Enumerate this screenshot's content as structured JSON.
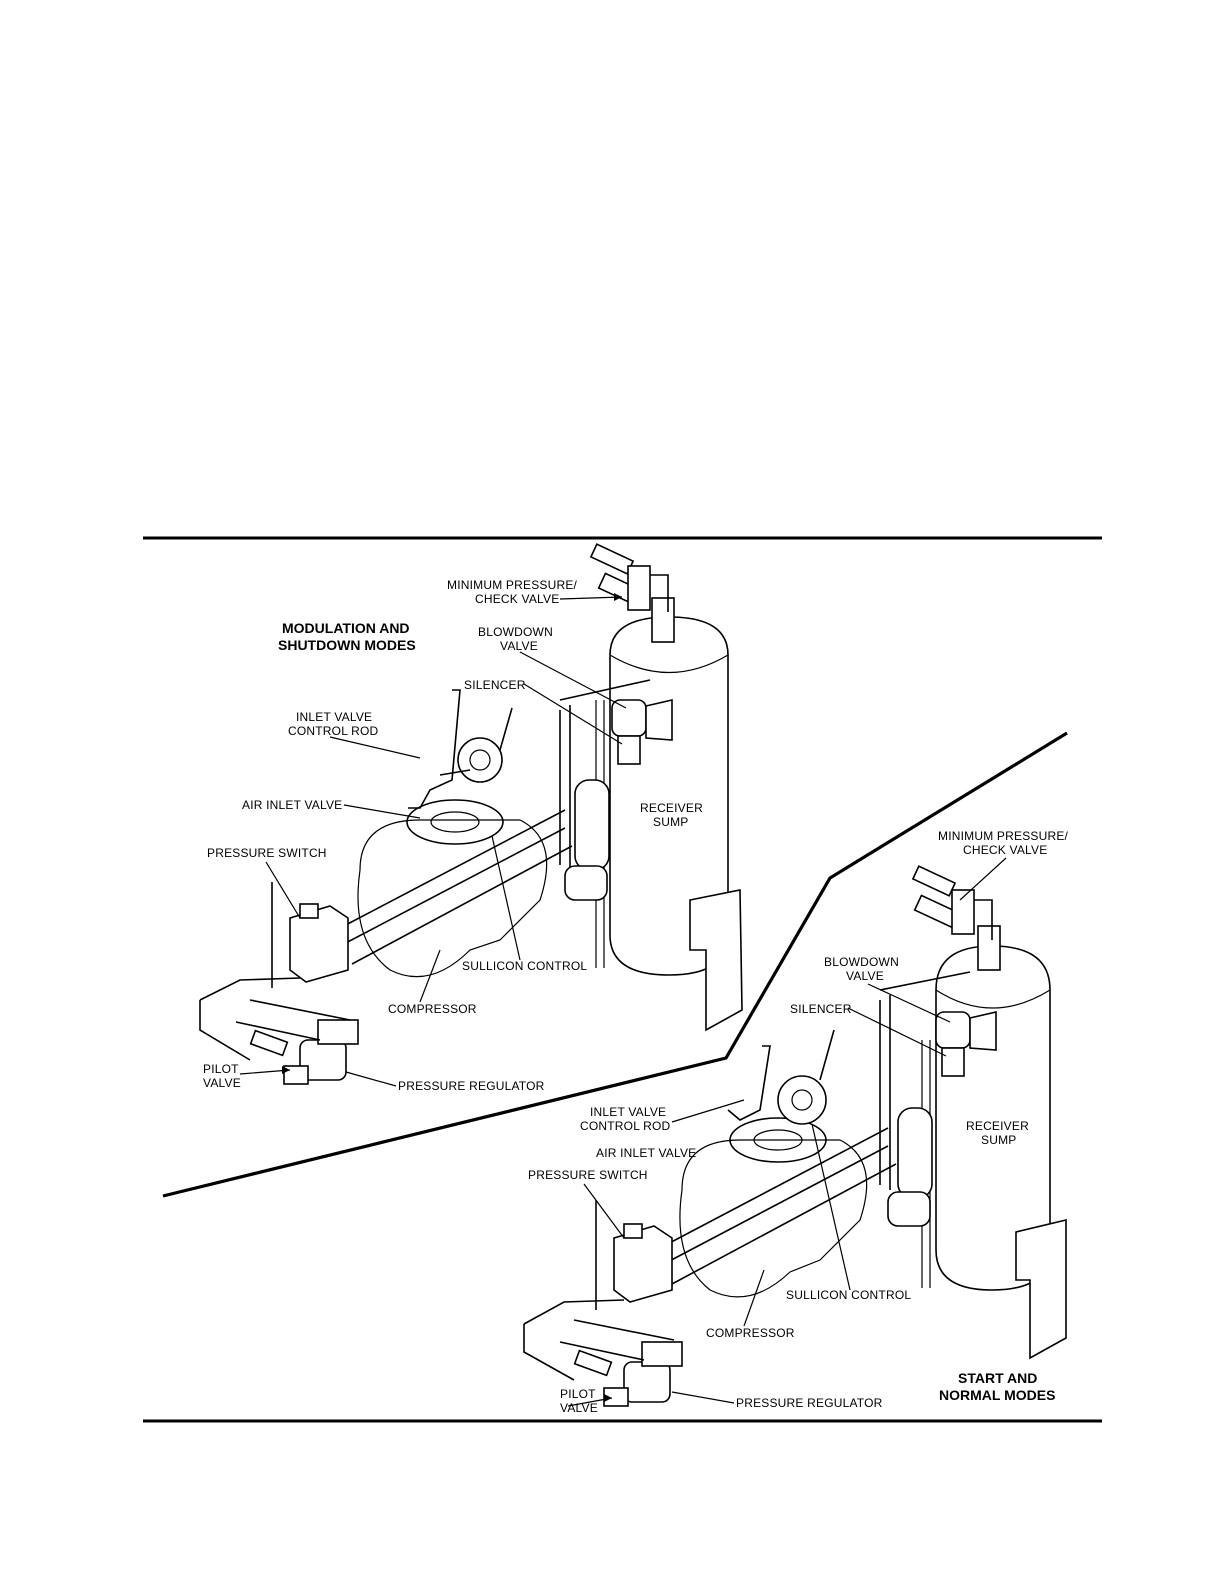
{
  "panel_top": {
    "title_line1": "MODULATION AND",
    "title_line2": "SHUTDOWN MODES",
    "labels": {
      "min_pressure_1": "MINIMUM PRESSURE/",
      "min_pressure_2": "CHECK VALVE",
      "blowdown_1": "BLOWDOWN",
      "blowdown_2": "VALVE",
      "silencer": "SILENCER",
      "inlet_rod_1": "INLET VALVE",
      "inlet_rod_2": "CONTROL ROD",
      "air_inlet": "AIR INLET VALVE",
      "receiver_1": "RECEIVER",
      "receiver_2": "SUMP",
      "pressure_switch": "PRESSURE SWITCH",
      "sullicon": "SULLICON CONTROL",
      "compressor": "COMPRESSOR",
      "pilot_1": "PILOT",
      "pilot_2": "VALVE",
      "regulator": "PRESSURE REGULATOR"
    }
  },
  "panel_bottom": {
    "title_line1": "START AND",
    "title_line2": "NORMAL MODES",
    "labels": {
      "min_pressure_1": "MINIMUM PRESSURE/",
      "min_pressure_2": "CHECK VALVE",
      "blowdown_1": "BLOWDOWN",
      "blowdown_2": "VALVE",
      "silencer": "SILENCER",
      "inlet_rod_1": "INLET VALVE",
      "inlet_rod_2": "CONTROL ROD",
      "air_inlet": "AIR INLET VALVE",
      "receiver_1": "RECEIVER",
      "receiver_2": "SUMP",
      "pressure_switch": "PRESSURE SWITCH",
      "sullicon": "SULLICON CONTROL",
      "compressor": "COMPRESSOR",
      "pilot_1": "PILOT",
      "pilot_2": "VALVE",
      "regulator": "PRESSURE REGULATOR"
    }
  }
}
